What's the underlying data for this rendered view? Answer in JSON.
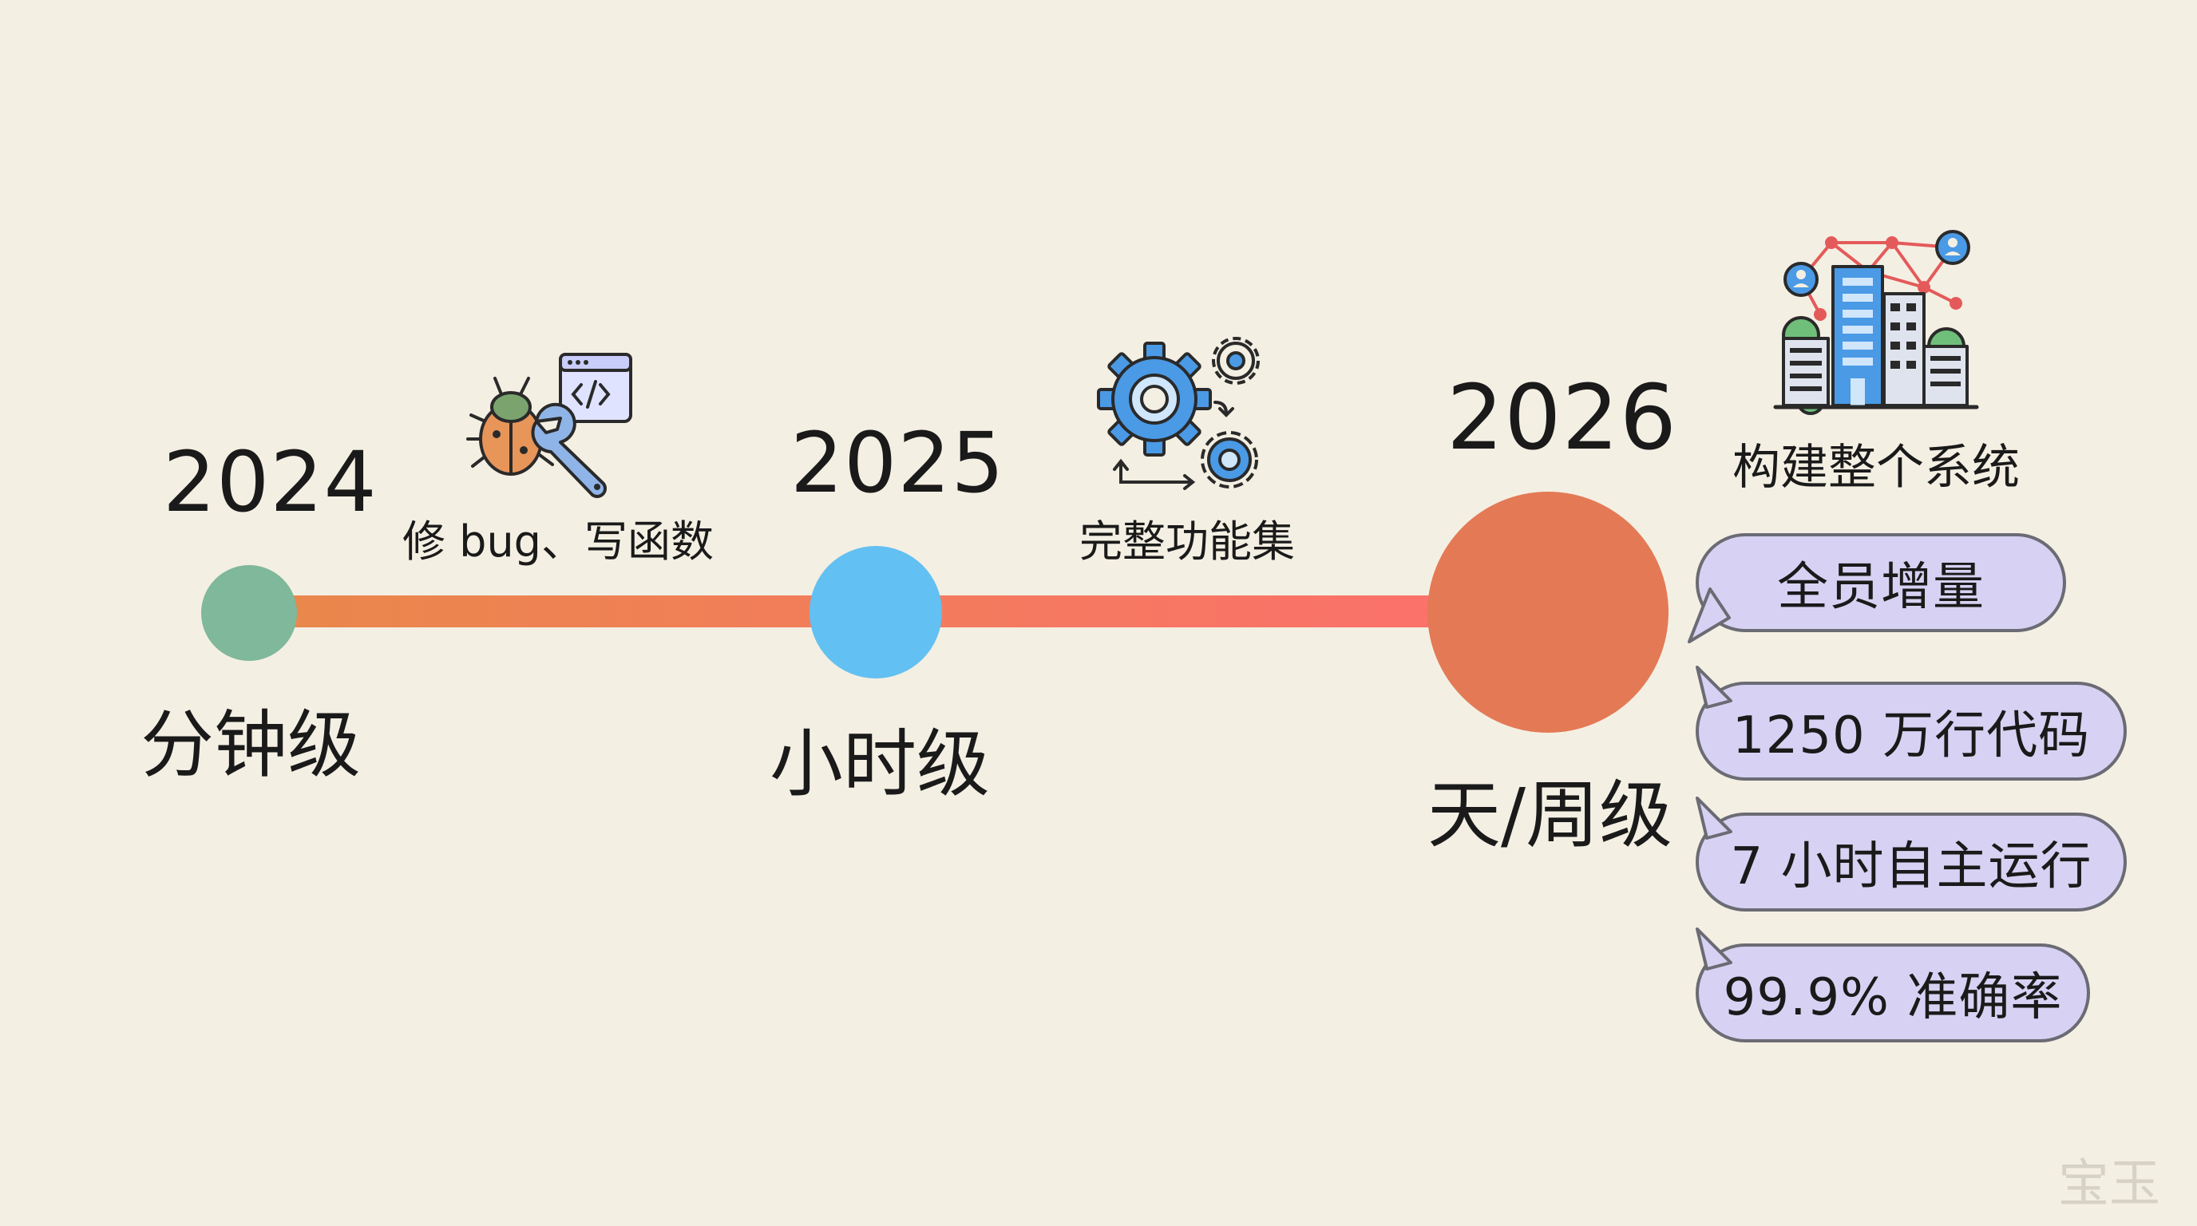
{
  "timeline": {
    "milestones": [
      {
        "year": "2024",
        "scale": "分钟级",
        "color": "#7fb89a"
      },
      {
        "year": "2025",
        "scale": "小时级",
        "color": "#62c0f2"
      },
      {
        "year": "2026",
        "scale": "天/周级",
        "color": "#e37a55"
      }
    ],
    "gradient": [
      "#e9884a",
      "#fd6f6e"
    ]
  },
  "captions": {
    "bug_fix": "修 bug、写函数",
    "feature_set": "完整功能集",
    "system": "构建整个系统"
  },
  "bubbles": [
    "全员增量",
    "1250 万行代码",
    "7 小时自主运行",
    "99.9% 准确率"
  ],
  "icons": {
    "bug_fix": "bug-wrench-code-icon",
    "feature_set": "gears-cycle-icon",
    "system": "building-network-icon"
  },
  "watermark": "宝玉"
}
